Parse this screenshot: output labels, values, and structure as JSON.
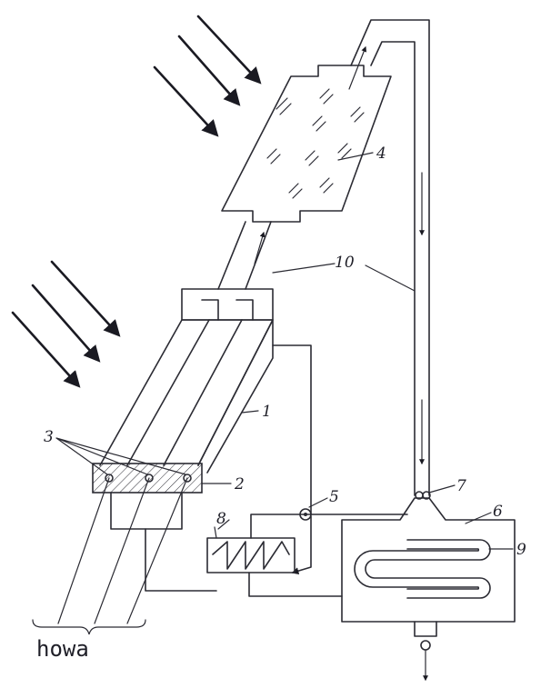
{
  "labels": {
    "collector": "1",
    "absorber": "2",
    "channels": "3",
    "glazing": "4",
    "valve": "5",
    "tank": "6",
    "fan": "7",
    "heater": "8",
    "coil": "9",
    "duct": "10"
  },
  "caption": "howa",
  "colors": {
    "ink": "#2b2b33",
    "paper": "#ffffff"
  }
}
